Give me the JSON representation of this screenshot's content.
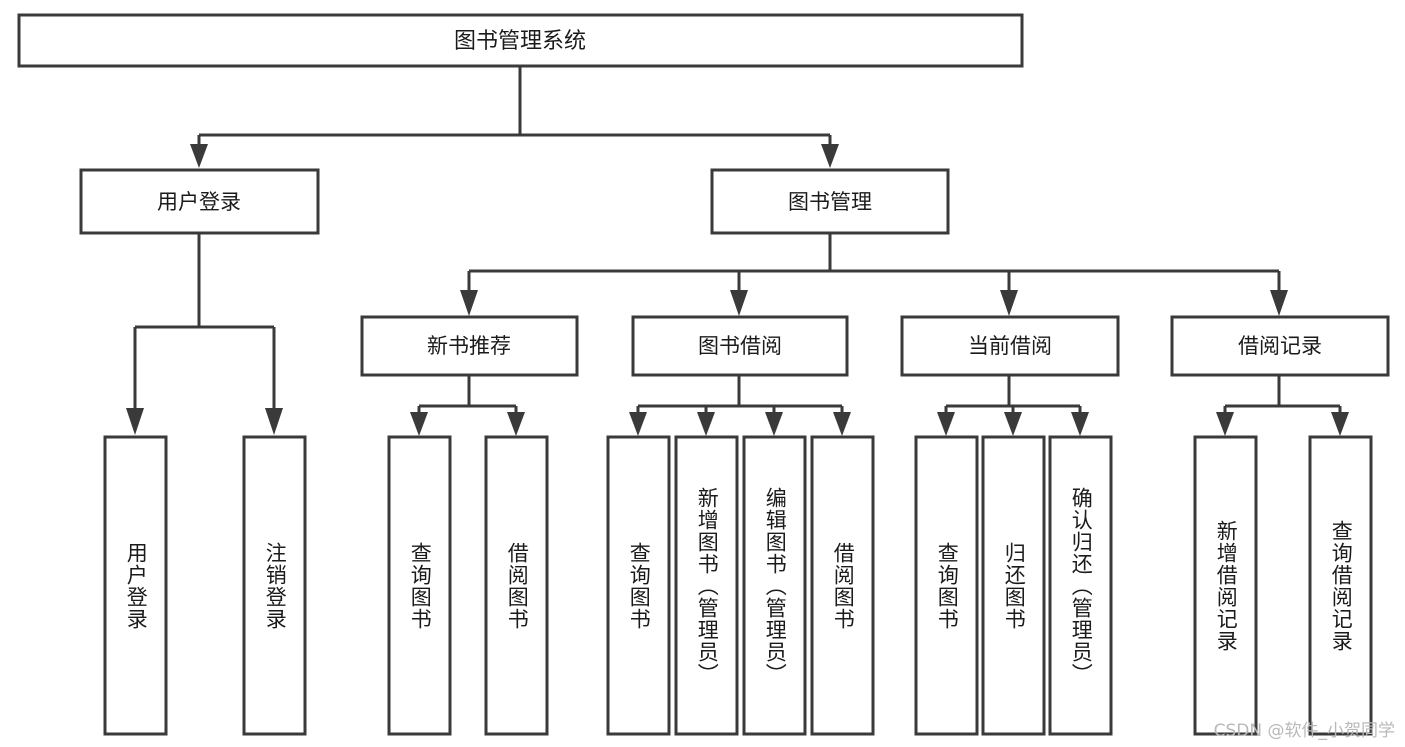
{
  "diagram": {
    "type": "tree-hierarchy",
    "title": "图书管理系统",
    "orientation": "top-down",
    "colors": {
      "box_stroke": "#3a3a3a",
      "box_fill": "#ffffff",
      "connector": "#3a3a3a",
      "text": "#1b1b1b",
      "watermark": "#b9b9b9",
      "background": "#ffffff"
    },
    "root": {
      "label": "图书管理系统",
      "text_direction": "horizontal"
    },
    "level2": [
      {
        "label": "用户登录",
        "text_direction": "horizontal"
      },
      {
        "label": "图书管理",
        "text_direction": "horizontal"
      }
    ],
    "level3": [
      {
        "label": "新书推荐",
        "text_direction": "horizontal"
      },
      {
        "label": "图书借阅",
        "text_direction": "horizontal"
      },
      {
        "label": "当前借阅",
        "text_direction": "horizontal"
      },
      {
        "label": "借阅记录",
        "text_direction": "horizontal"
      }
    ],
    "leaves": {
      "用户登录": [
        {
          "label": "用户登录",
          "text_direction": "vertical"
        },
        {
          "label": "注销登录",
          "text_direction": "vertical"
        }
      ],
      "新书推荐": [
        {
          "label": "查询图书",
          "text_direction": "vertical"
        },
        {
          "label": "借阅图书",
          "text_direction": "vertical"
        }
      ],
      "图书借阅": [
        {
          "label": "查询图书",
          "text_direction": "vertical"
        },
        {
          "label": "新增图书（管理员）",
          "text_direction": "vertical"
        },
        {
          "label": "编辑图书（管理员）",
          "text_direction": "vertical"
        },
        {
          "label": "借阅图书",
          "text_direction": "vertical"
        }
      ],
      "当前借阅": [
        {
          "label": "查询图书",
          "text_direction": "vertical"
        },
        {
          "label": "归还图书",
          "text_direction": "vertical"
        },
        {
          "label": "确认归还（管理员）",
          "text_direction": "vertical"
        }
      ],
      "借阅记录": [
        {
          "label": "新增借阅记录",
          "text_direction": "vertical"
        },
        {
          "label": "查询借阅记录",
          "text_direction": "vertical"
        }
      ]
    }
  },
  "labels": {
    "root": "图书管理系统",
    "n_user_login": "用户登录",
    "n_book_manage": "图书管理",
    "n_new_book_rec": "新书推荐",
    "n_book_borrow": "图书借阅",
    "n_current_borrow": "当前借阅",
    "n_borrow_record": "借阅记录",
    "l_user_login": "用户登录",
    "l_logout": "注销登录",
    "l_query_book_a": "查询图书",
    "l_borrow_book_a": "借阅图书",
    "l_query_book_b": "查询图书",
    "l_add_book_admin": "新增图书（管理员）",
    "l_edit_book_admin": "编辑图书（管理员）",
    "l_borrow_book_b": "借阅图书",
    "l_query_book_c": "查询图书",
    "l_return_book": "归还图书",
    "l_confirm_return_admin": "确认归还（管理员）",
    "l_add_borrow_record": "新增借阅记录",
    "l_query_borrow_record": "查询借阅记录"
  },
  "watermark": {
    "text": "CSDN @软件_小贺同学"
  }
}
